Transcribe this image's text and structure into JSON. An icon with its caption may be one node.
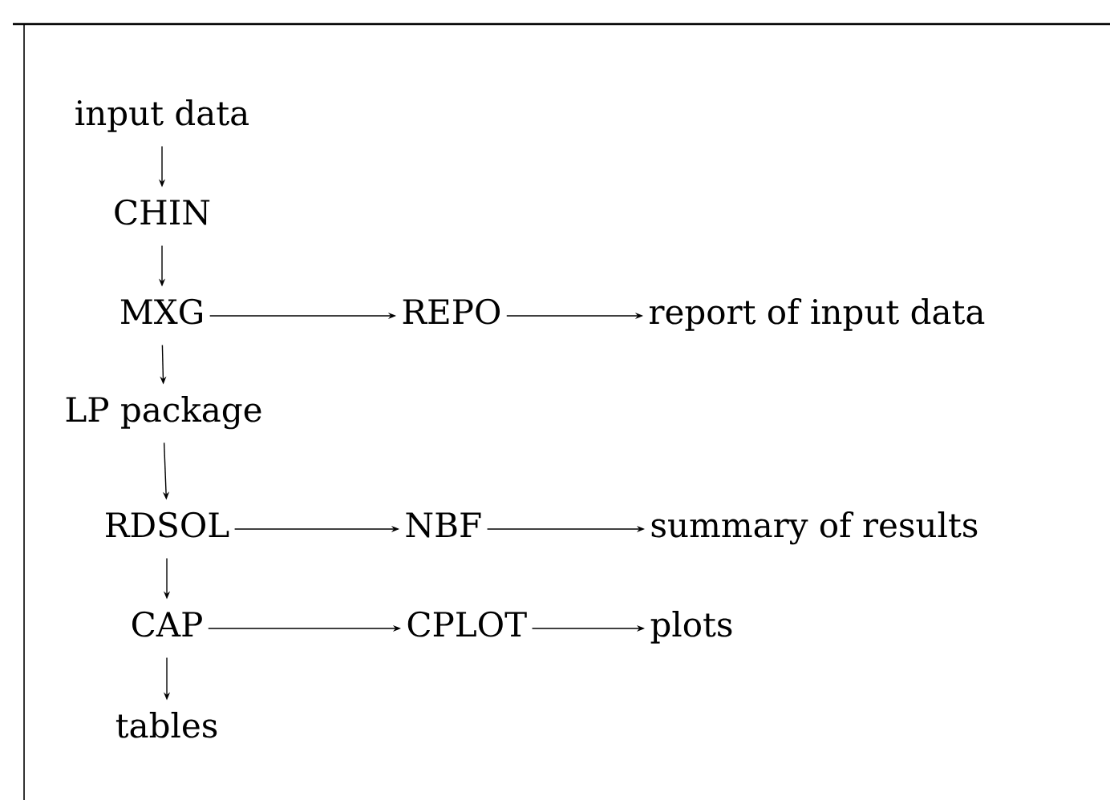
{
  "diagram": {
    "nodes": [
      {
        "text": [
          "input data"
        ]
      },
      {
        "text": [
          "CHIN"
        ]
      },
      {
        "text": [
          "MXG"
        ]
      },
      {
        "text": [
          "REPO"
        ]
      },
      {
        "text": [
          "report of input data"
        ]
      },
      {
        "text": [
          "LP package"
        ]
      },
      {
        "text": [
          "RDSOL"
        ]
      },
      {
        "text": [
          "NBF"
        ]
      },
      {
        "text": [
          "summary of results"
        ]
      },
      {
        "text": [
          "CAP"
        ]
      },
      {
        "text": [
          "CPLOT"
        ]
      },
      {
        "text": [
          "plots"
        ]
      },
      {
        "text": [
          "tables"
        ]
      }
    ],
    "edges": [
      {
        "from": 0,
        "to": 1,
        "arrow": "to"
      },
      {
        "from": 1,
        "to": 2,
        "arrow": "to"
      },
      {
        "from": 2,
        "to": 3,
        "arrow": "to"
      },
      {
        "from": 3,
        "to": 4,
        "arrow": "to"
      },
      {
        "from": 2,
        "to": 5,
        "arrow": "to"
      },
      {
        "from": 5,
        "to": 6,
        "arrow": "to"
      },
      {
        "from": 6,
        "to": 7,
        "arrow": "to"
      },
      {
        "from": 7,
        "to": 8,
        "arrow": "to"
      },
      {
        "from": 6,
        "to": 9,
        "arrow": "to"
      },
      {
        "from": 9,
        "to": 10,
        "arrow": "to"
      },
      {
        "from": 10,
        "to": 11,
        "arrow": "to"
      },
      {
        "from": 9,
        "to": 12,
        "arrow": "to"
      }
    ]
  }
}
